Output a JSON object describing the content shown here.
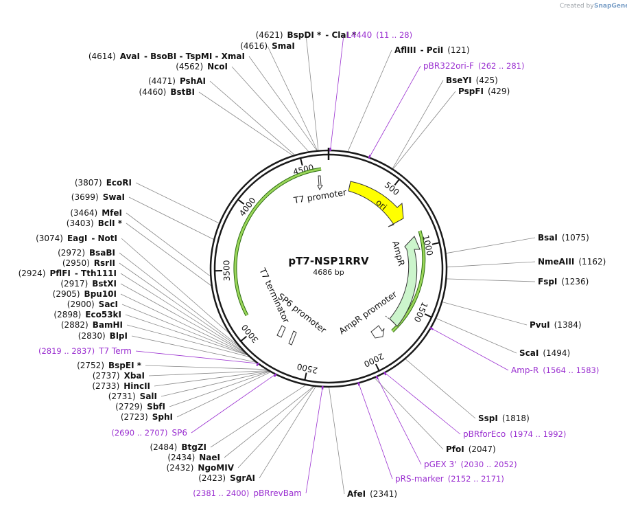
{
  "credit": {
    "prefix": "Created by",
    "brand": "SnapGene"
  },
  "map": {
    "name": "pT7-NSP1RRV",
    "size_label": "4686 bp",
    "total_bp": 4686
  },
  "ticks": [
    "500",
    "1000",
    "1500",
    "2000",
    "2500",
    "3000",
    "3500",
    "4000",
    "4500"
  ],
  "features": {
    "ori": "ori",
    "ampr": "AmpR",
    "ampr_promoter": "AmpR promoter",
    "t7_promoter": "T7 promoter",
    "t7_terminator": "T7 terminator",
    "sp6_promoter": "SP6 promoter"
  },
  "colors": {
    "ori": "#ffff00",
    "ampr": "#ccf5cc",
    "primer": "#9a2fd0",
    "green_arc": "#8bd23c"
  },
  "labels": [
    {
      "pos": "(4621)",
      "name": "BspDI *",
      "extra": "- ClaI *"
    },
    {
      "pos": "(4616)",
      "name": "SmaI"
    },
    {
      "pos": "(4614)",
      "name": "AvaI",
      "extra": "- BsoBI  - TspMI  - XmaI"
    },
    {
      "pos": "(4562)",
      "name": "NcoI"
    },
    {
      "pos": "(4471)",
      "name": "PshAI"
    },
    {
      "pos": "(4460)",
      "name": "BstBI"
    },
    {
      "name": "L4440",
      "range": "(11 .. 28)",
      "primer": true
    },
    {
      "name": "AflIII",
      "extra": "- PciI",
      "pos": "(121)"
    },
    {
      "name": "pBR322ori-F",
      "range": "(262 .. 281)",
      "primer": true
    },
    {
      "name": "BseYI",
      "pos": "(425)"
    },
    {
      "name": "PspFI",
      "pos": "(429)"
    },
    {
      "pos": "(3807)",
      "name": "EcoRI"
    },
    {
      "pos": "(3699)",
      "name": "SwaI"
    },
    {
      "pos": "(3464)",
      "name": "MfeI"
    },
    {
      "pos": "(3403)",
      "name": "BclI *"
    },
    {
      "pos": "(3074)",
      "name": "EagI",
      "extra": "- NotI"
    },
    {
      "pos": "(2972)",
      "name": "BsaBI"
    },
    {
      "pos": "(2950)",
      "name": "RsrII"
    },
    {
      "pos": "(2924)",
      "name": "PflFI",
      "extra": "- Tth111I"
    },
    {
      "pos": "(2917)",
      "name": "BstXI"
    },
    {
      "pos": "(2905)",
      "name": "Bpu10I"
    },
    {
      "pos": "(2900)",
      "name": "SacI"
    },
    {
      "pos": "(2898)",
      "name": "Eco53kI"
    },
    {
      "pos": "(2882)",
      "name": "BamHI"
    },
    {
      "pos": "(2830)",
      "name": "BlpI"
    },
    {
      "range": "(2819 .. 2837)",
      "name": "T7 Term",
      "primer": true
    },
    {
      "pos": "(2752)",
      "name": "BspEI *"
    },
    {
      "pos": "(2737)",
      "name": "XbaI"
    },
    {
      "pos": "(2733)",
      "name": "HincII"
    },
    {
      "pos": "(2731)",
      "name": "SalI"
    },
    {
      "pos": "(2729)",
      "name": "SbfI"
    },
    {
      "pos": "(2723)",
      "name": "SphI"
    },
    {
      "range": "(2690 .. 2707)",
      "name": "SP6",
      "primer": true
    },
    {
      "pos": "(2484)",
      "name": "BtgZI"
    },
    {
      "pos": "(2434)",
      "name": "NaeI"
    },
    {
      "pos": "(2432)",
      "name": "NgoMIV"
    },
    {
      "pos": "(2423)",
      "name": "SgrAI"
    },
    {
      "range": "(2381 .. 2400)",
      "name": "pBRrevBam",
      "primer": true
    },
    {
      "name": "AfeI",
      "pos": "(2341)"
    },
    {
      "name": "BsaI",
      "pos": "(1075)"
    },
    {
      "name": "NmeAIII",
      "pos": "(1162)"
    },
    {
      "name": "FspI",
      "pos": "(1236)"
    },
    {
      "name": "PvuI",
      "pos": "(1384)"
    },
    {
      "name": "ScaI",
      "pos": "(1494)"
    },
    {
      "name": "Amp-R",
      "range": "(1564 .. 1583)",
      "primer": true
    },
    {
      "name": "SspI",
      "pos": "(1818)"
    },
    {
      "name": "pBRforEco",
      "range": "(1974 .. 1992)",
      "primer": true
    },
    {
      "name": "PfoI",
      "pos": "(2047)"
    },
    {
      "name": "pGEX 3'",
      "range": "(2030 .. 2052)",
      "primer": true
    },
    {
      "name": "pRS-marker",
      "range": "(2152 .. 2171)",
      "primer": true
    }
  ]
}
